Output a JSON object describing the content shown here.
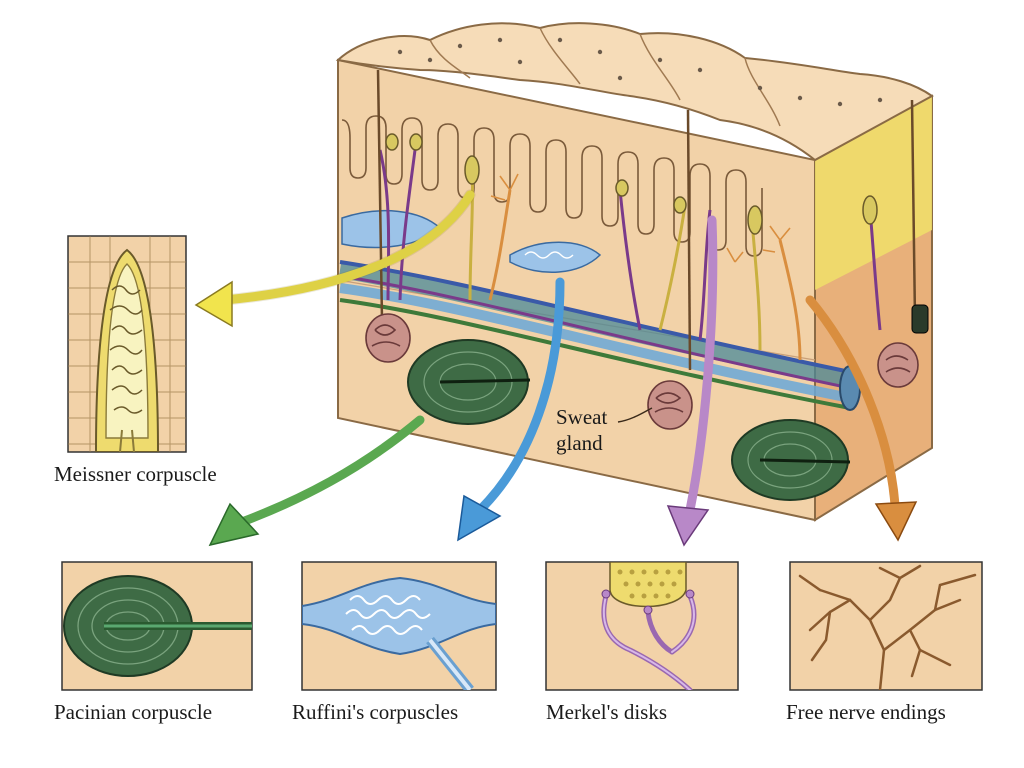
{
  "labels": {
    "meissner": "Meissner corpuscle",
    "pacinian": "Pacinian corpuscle",
    "ruffini": "Ruffini's corpuscles",
    "merkel": "Merkel's disks",
    "free": "Free nerve endings",
    "sweat_line1": "Sweat",
    "sweat_line2": "gland"
  },
  "colors": {
    "skin": "#f2d2a8",
    "epidermis_top": "#f6dcb8",
    "side_face": "#e8b07a",
    "yellow_side": "#f0e06a",
    "pacinian_green": "#3e6b45",
    "ruffini_blue": "#8cb7dd",
    "merkel_purple": "#b888c8",
    "free_orange": "#d98e3f",
    "meissner_yellow": "#f1e44d",
    "nerve_brown": "#8a5a2e",
    "gland_pink": "#c9928a"
  }
}
